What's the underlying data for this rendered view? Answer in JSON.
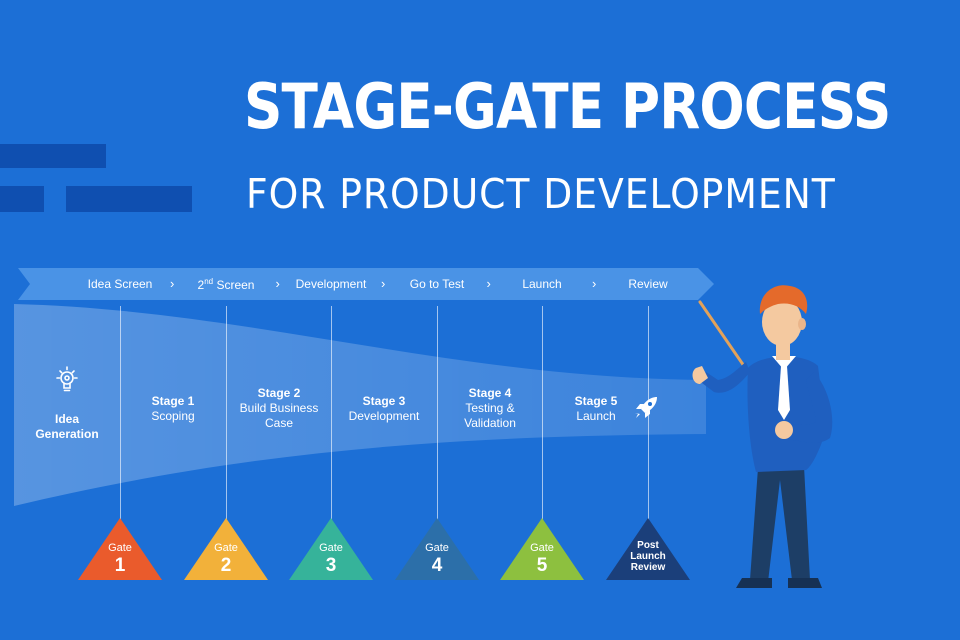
{
  "title": "STAGE-GATE PROCESS",
  "subtitle": "FOR PRODUCT DEVELOPMENT",
  "phases": [
    {
      "text": "Idea Screen"
    },
    {
      "pre": "2",
      "sup": "nd",
      "post": " Screen"
    },
    {
      "text": "Development"
    },
    {
      "text": "Go to Test"
    },
    {
      "text": "Launch"
    },
    {
      "text": "Review"
    }
  ],
  "idea": {
    "line1": "Idea",
    "line2": "Generation"
  },
  "stages": [
    {
      "name": "Stage 1",
      "lines": [
        "Scoping"
      ]
    },
    {
      "name": "Stage 2",
      "lines": [
        "Build Business",
        "Case"
      ]
    },
    {
      "name": "Stage 3",
      "lines": [
        "Development"
      ]
    },
    {
      "name": "Stage 4",
      "lines": [
        "Testing &",
        "Validation"
      ]
    },
    {
      "name": "Stage 5",
      "lines": [
        "Launch"
      ]
    }
  ],
  "gates": [
    {
      "label": "Gate",
      "num": "1",
      "color": "#ea5b2c"
    },
    {
      "label": "Gate",
      "num": "2",
      "color": "#f2b13a"
    },
    {
      "label": "Gate",
      "num": "3",
      "color": "#36b39a"
    },
    {
      "label": "Gate",
      "num": "4",
      "color": "#2c6fa9"
    },
    {
      "label": "Gate",
      "num": "5",
      "color": "#8dc03f"
    },
    {
      "lines": [
        "Post",
        "Launch",
        "Review"
      ],
      "color": "#1b3f7a"
    }
  ],
  "colors": {
    "background": "#1c6fd6",
    "band": "#3d8ae0",
    "accent_bars": "#0f4fb0"
  },
  "icons": {
    "idea": "lightbulb-icon",
    "launch": "rocket-icon"
  }
}
